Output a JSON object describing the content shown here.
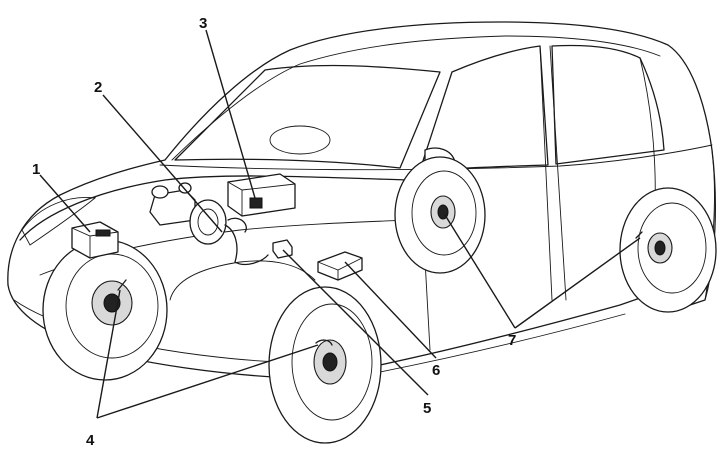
{
  "figure": {
    "description_labels": [
      "1",
      "2",
      "3",
      "4",
      "5",
      "6",
      "7"
    ]
  },
  "callouts": {
    "c1": "1",
    "c2": "2",
    "c3": "3",
    "c4": "4",
    "c5": "5",
    "c6": "6",
    "c7": "7"
  },
  "colors": {
    "line": "#1a1a1a",
    "background": "#ffffff"
  }
}
